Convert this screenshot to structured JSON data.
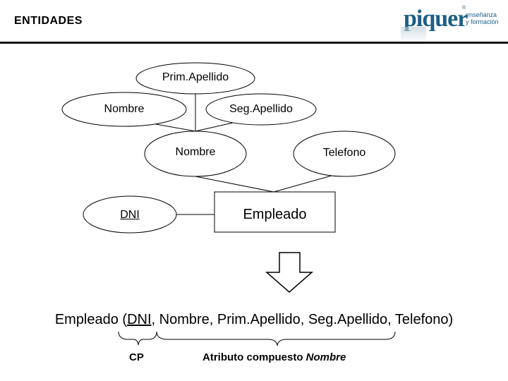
{
  "title": "ENTIDADES",
  "logo": {
    "word": "piquer",
    "tag_line1": "enseñanza",
    "tag_line2": "y formación",
    "reg": "®"
  },
  "entity": "Empleado",
  "attributes": {
    "prim_apellido": "Prim.Apellido",
    "nombre_inner": "Nombre",
    "seg_apellido": "Seg.Apellido",
    "nombre_composite": "Nombre",
    "telefono": "Telefono",
    "dni": "DNI"
  },
  "relation": {
    "entity": "Empleado",
    "open": " (",
    "key": "DNI",
    "rest": ", Nombre, Prim.Apellido, Seg.Apellido, Telefono)"
  },
  "annotations": {
    "cp": "CP",
    "compuesto_prefix": "Atributo compuesto ",
    "compuesto_name": "Nombre"
  }
}
